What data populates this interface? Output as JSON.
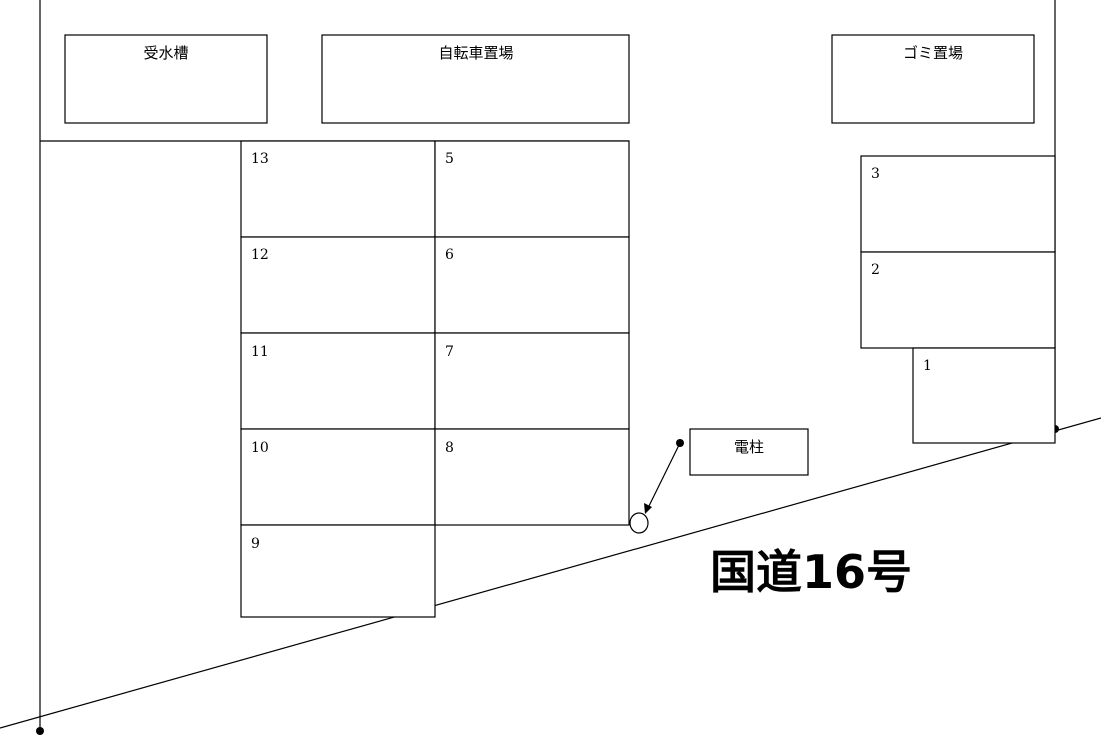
{
  "facilities": {
    "water_tank": "受水槽",
    "bicycle_parking": "自転車置場",
    "garbage_area": "ゴミ置場",
    "utility_pole": "電柱"
  },
  "parking_spaces": [
    "1",
    "2",
    "3",
    "5",
    "6",
    "7",
    "8",
    "9",
    "10",
    "11",
    "12",
    "13"
  ],
  "road_name": "国道16号"
}
